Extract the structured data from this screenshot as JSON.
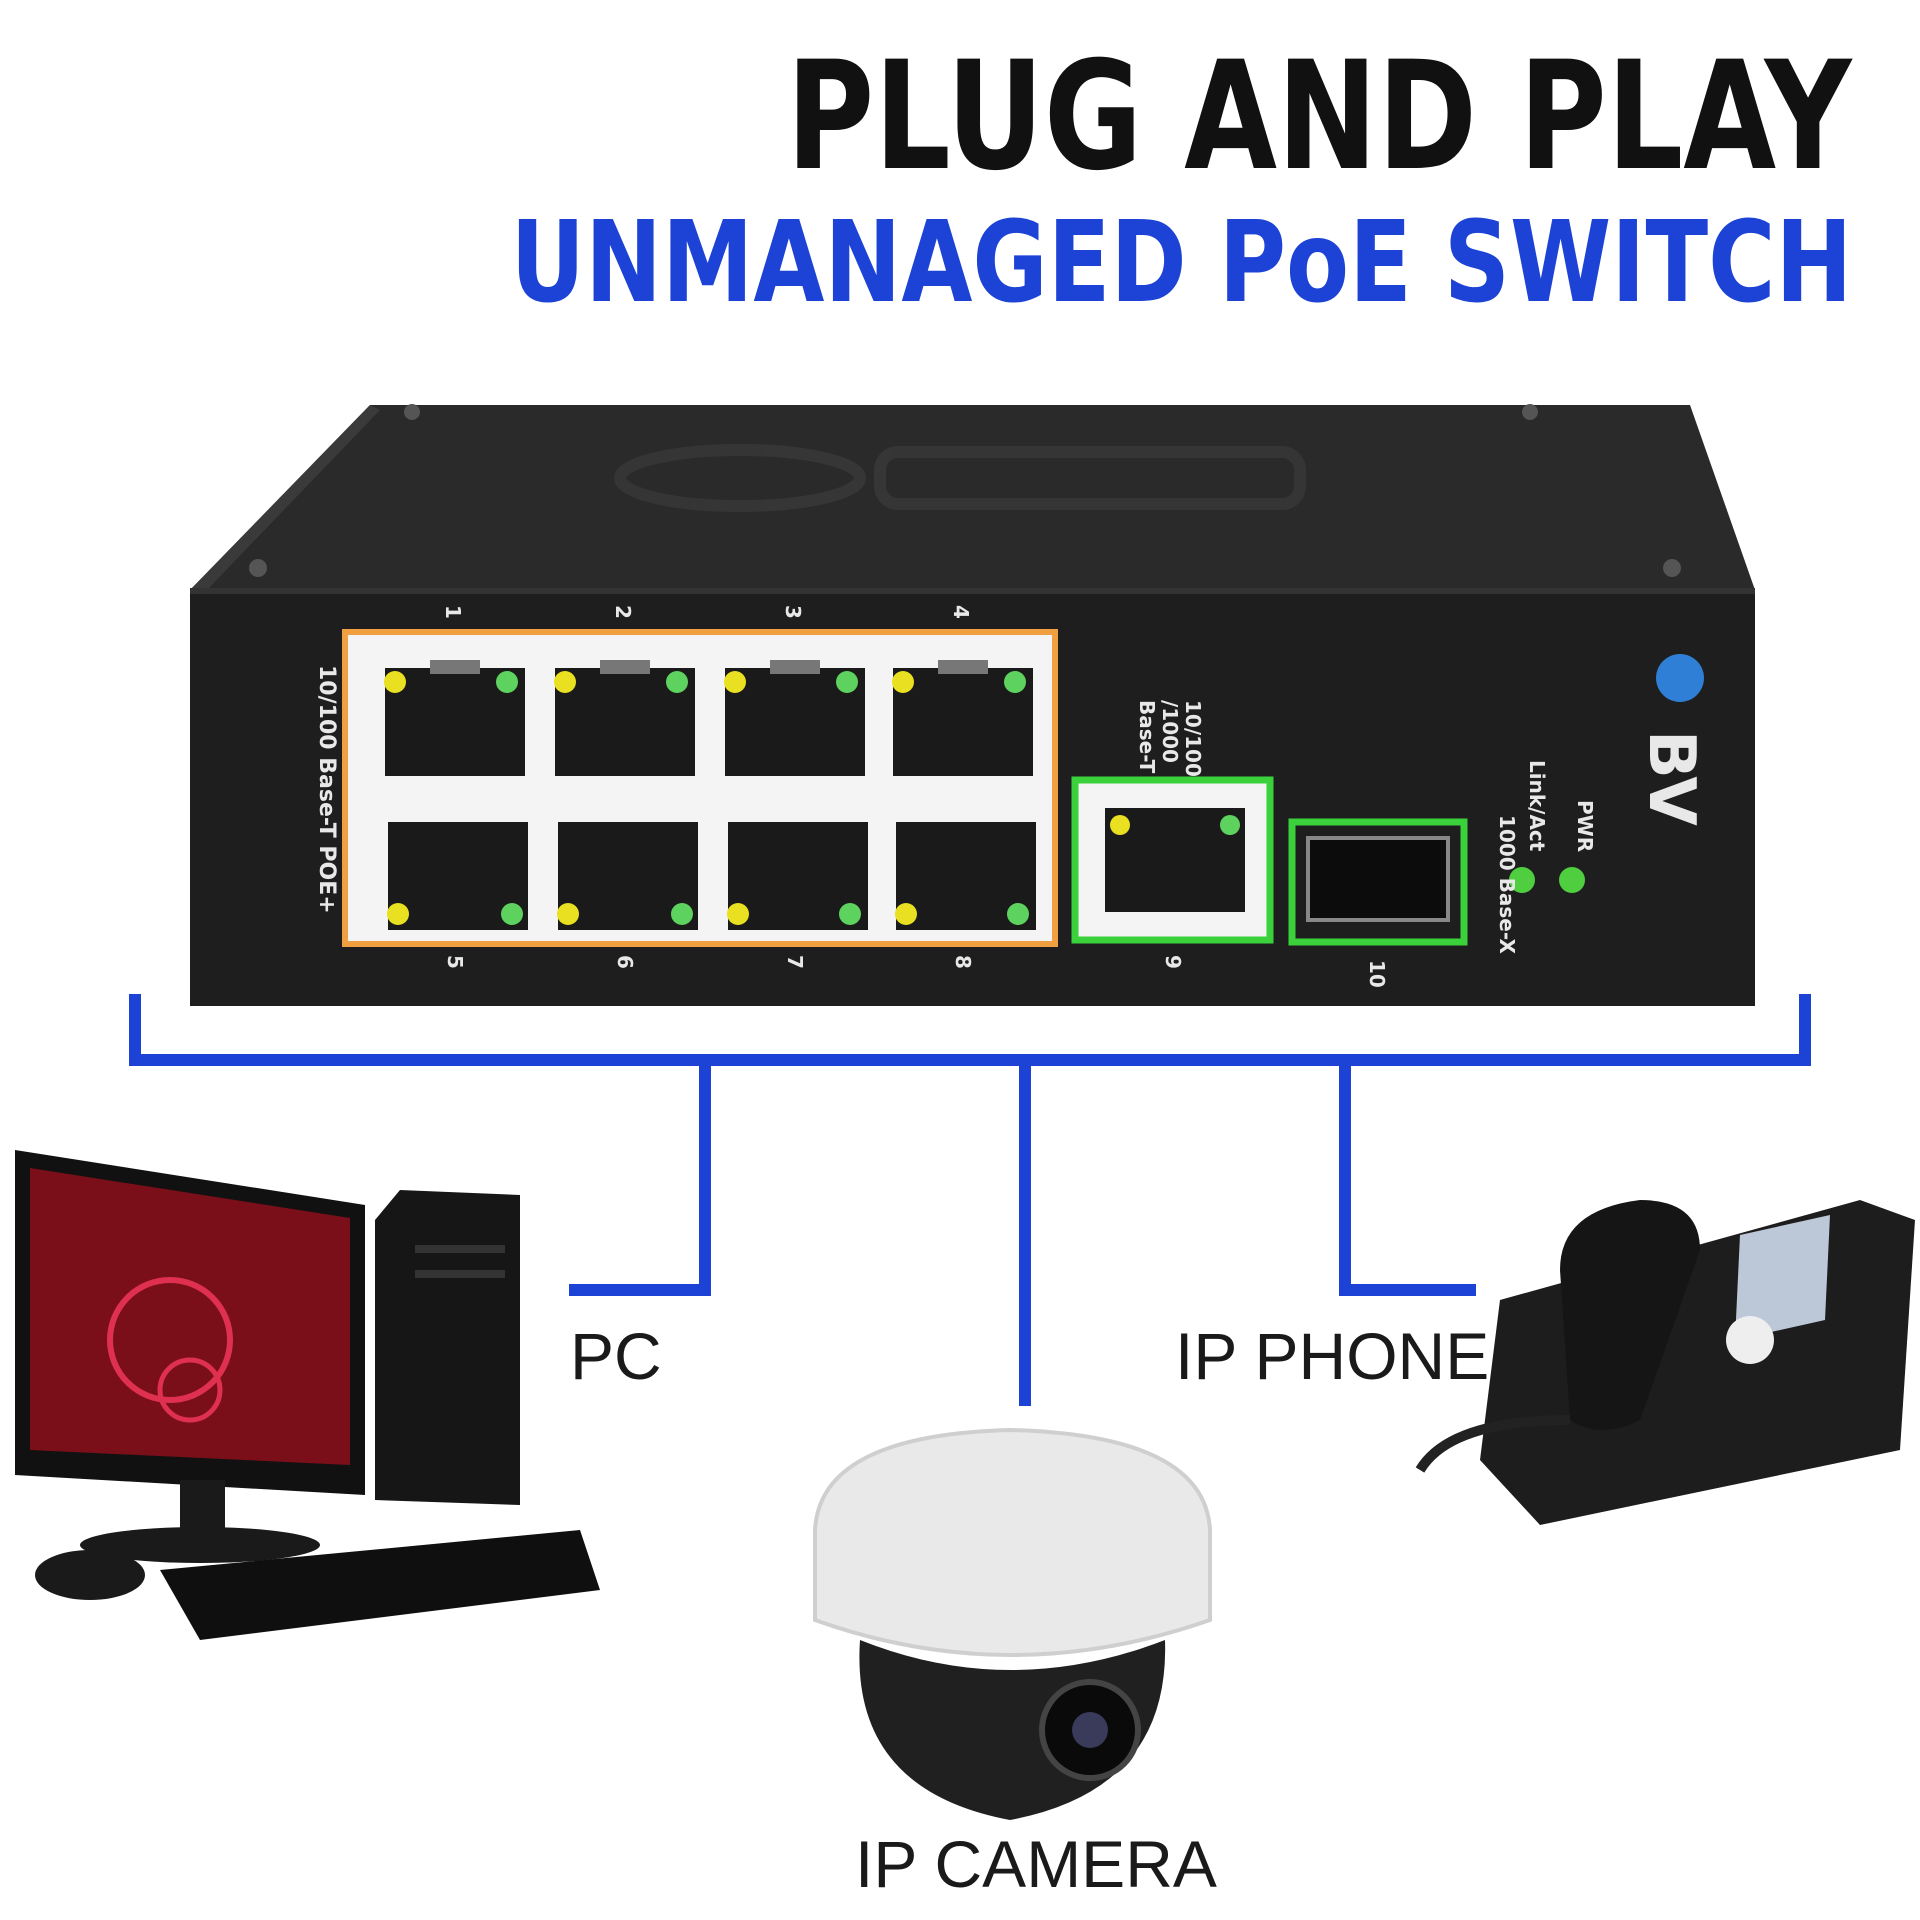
{
  "headline": {
    "line1": "PLUG AND PLAY",
    "line2": "UNMANAGED PoE SWITCH"
  },
  "switch": {
    "brand": "BV",
    "poe_group_label": "10/100 Base-T   POE+",
    "port9_label_line1": "10/100",
    "port9_label_line2": "/1000",
    "port9_label_line3": "Base-T",
    "sfp_label": "1000 Base-X",
    "led_linkact_label": "Link/Act",
    "led_pwr_label": "PWR",
    "port_numbers_top": [
      "1",
      "2",
      "3",
      "4"
    ],
    "port_numbers_bottom": [
      "5",
      "6",
      "7",
      "8"
    ],
    "port9_number": "9",
    "port10_number": "10"
  },
  "devices": {
    "pc": "PC",
    "camera": "IP CAMERA",
    "phone": "IP PHONE"
  },
  "colors": {
    "connector_blue": "#1d43d6",
    "poe_outline": "#f0a040",
    "uplink_outline": "#3ad13a",
    "switch_body": "#1e1e1e"
  }
}
